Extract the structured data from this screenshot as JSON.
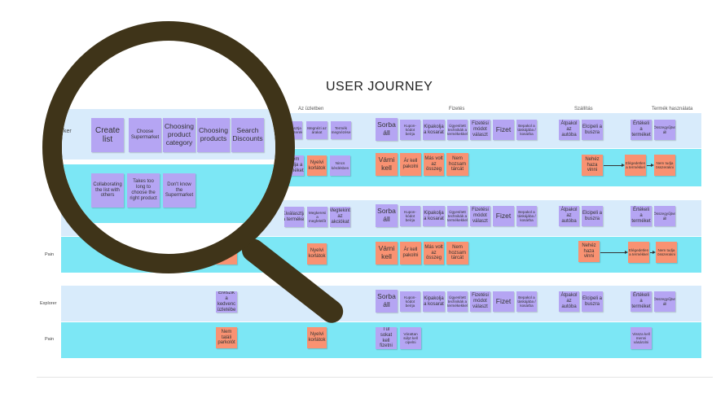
{
  "title": "USER JOURNEY",
  "stages": [
    "Az üzletben",
    "Fizetés",
    "Szállítás",
    "Termék használata"
  ],
  "rows": {
    "row1": "Explorer",
    "row2": "Pain",
    "row3": "Pain",
    "row4": "Explorer",
    "row5": "Pain"
  },
  "colors": {
    "band_light": "#d8ebfb",
    "band_cyan": "#7ce7f5",
    "sticky_purple": "#b5a5f3",
    "sticky_orange": "#f99272",
    "lens_frame": "#3f3419"
  },
  "notes": {
    "a": {
      "n1": "Beválasztja a tisztítószereket",
      "n2": "Megnézi az árakat",
      "n3": "Termék megnézése",
      "n4": "Sorba áll",
      "n5": "Kupon-kódot beírja",
      "n6": "Kipakolja a kosarat",
      "n7": "Ügyesített technikák a termékekkel",
      "n8": "Fizetési módot választ",
      "n9": "Fizet",
      "n10": "Bepakol a táskájába / kosárba",
      "n11": "Átpakol az autóba",
      "n12": "Elcipeli a buszra",
      "n13": "Értékeli a terméket",
      "n14": "Összegyűjtve áll"
    },
    "b": {
      "n1": "Nem találja a terméket",
      "n2": "Nyelvi korlátok",
      "n3": "Nincs kérdésben",
      "n4": "Várni kell",
      "n5": "Ár kell pakolni",
      "n6": "Más volt az összeg",
      "n7": "Nem hozsam tárcát",
      "n8": "Nehéz haza vinni",
      "n9": "Elégedetlen a termékkel",
      "n10": "Nem tudja összerakni"
    },
    "c": {
      "n1": "Kiválasztja a terméket",
      "n2": "Megkeresi a megfelelőt",
      "n3": "Megtekinti az akciókat",
      "n4": "Sorba áll",
      "n5": "Kupon-kódot beírja",
      "n6": "Kipakolja a kosarat",
      "n7": "Ügyesített technikák a termékekkel",
      "n8": "Fizetési módot választ",
      "n9": "Fizet",
      "n10": "Bepakol a táskájába / kosárba",
      "n11": "Átpakol az autóba",
      "n12": "Elcipeli a buszra",
      "n13": "Értékeli a terméket",
      "n14": "Összegyűjtve áll"
    },
    "d": {
      "n1": "Nem",
      "n2": "Nyelvi korlátok",
      "n3": "Várni kell",
      "n4": "Ár kell pakolni",
      "n5": "Más volt az összeg",
      "n6": "Nem hozsam tárcát",
      "n7": "Nehéz haza vinni",
      "n8": "Elégedetlen a termékkel",
      "n9": "Nem tudja összerakni"
    },
    "e": {
      "n1": "Elviszik a kedvenc üzletébe",
      "n2": "Sorba áll",
      "n3": "Kupon-kódot beírja",
      "n4": "Kipakolja a kosarat",
      "n5": "Ügyesített technikák a termékekkel",
      "n6": "Fizetési módot választ",
      "n7": "Fizet",
      "n8": "Bepakol a táskájába / kosárba",
      "n9": "Átpakol az autóba",
      "n10": "Elcipeli a buszra",
      "n11": "Értékeli a terméket",
      "n12": "Összegyűjtve áll"
    },
    "f": {
      "n1": "Nem találi parkolót",
      "n2": "Nyelvi korlátok",
      "n3": "Túl sokat kell fizetni",
      "n4": "Várattan súlyt kell cipelni",
      "n5": "Vissza kell menni vásárolni"
    }
  },
  "lens": {
    "label_top": "ker",
    "label_bottom": "ain",
    "n1": "Create list",
    "n2": "Choose Supermarket",
    "n3": "Choosing product category",
    "n4": "Choosing products",
    "n5": "Search Discounts",
    "p1": "Collaborating the list with others",
    "p2": "Takes too long to choose the right product",
    "p3": "Don't know the Supermarket"
  }
}
